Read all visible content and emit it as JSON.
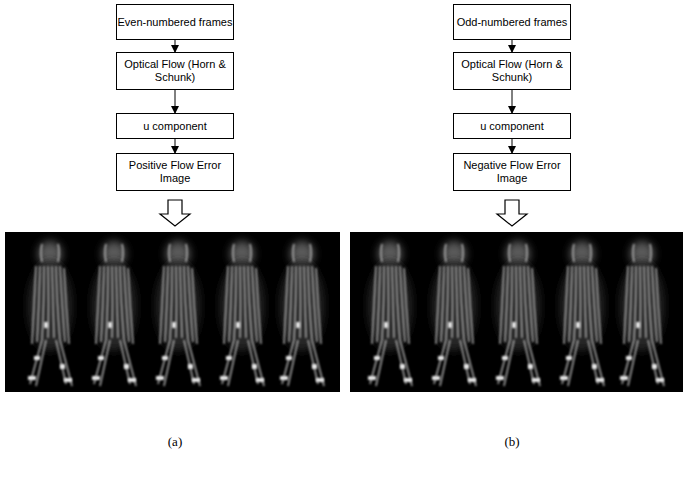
{
  "diagram": {
    "nodes": [
      {
        "text": [
          "Even-numbered frames"
        ]
      },
      {
        "text": [
          "Optical Flow (Horn & Schunk)"
        ]
      },
      {
        "text": [
          "u component"
        ]
      },
      {
        "text": [
          "Positive Flow Error Image"
        ]
      },
      {
        "text": [
          "Odd-numbered frames"
        ]
      },
      {
        "text": [
          "Optical Flow (Horn & Schunk)"
        ]
      },
      {
        "text": [
          "u component"
        ]
      },
      {
        "text": [
          "Negative Flow Error Image"
        ]
      }
    ],
    "edges": [
      {
        "from": 0,
        "to": 1,
        "arrow": "to"
      },
      {
        "from": 1,
        "to": 2,
        "arrow": "to"
      },
      {
        "from": 2,
        "to": 3,
        "arrow": "to"
      },
      {
        "from": 4,
        "to": 5,
        "arrow": "to"
      },
      {
        "from": 5,
        "to": 6,
        "arrow": "to"
      },
      {
        "from": 6,
        "to": 7,
        "arrow": "to"
      }
    ],
    "labels": [
      "(a)",
      "(b)"
    ]
  }
}
